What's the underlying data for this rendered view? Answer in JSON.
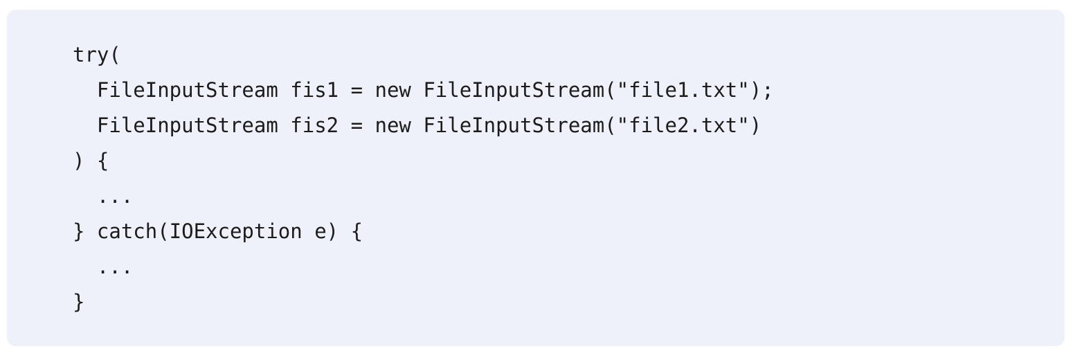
{
  "panel": {
    "background_color": "#eef0fa",
    "text_color": "#1c1c1c",
    "border_radius": "13px"
  },
  "code": {
    "language": "java",
    "lines": [
      "try(",
      "  FileInputStream fis1 = new FileInputStream(\"file1.txt\");",
      "  FileInputStream fis2 = new FileInputStream(\"file2.txt\")",
      ") {",
      "  ...",
      "} catch(IOException e) {",
      "  ...",
      "}"
    ],
    "full_text": "try(\n  FileInputStream fis1 = new FileInputStream(\"file1.txt\");\n  FileInputStream fis2 = new FileInputStream(\"file2.txt\")\n) {\n  ...\n} catch(IOException e) {\n  ...\n}"
  }
}
